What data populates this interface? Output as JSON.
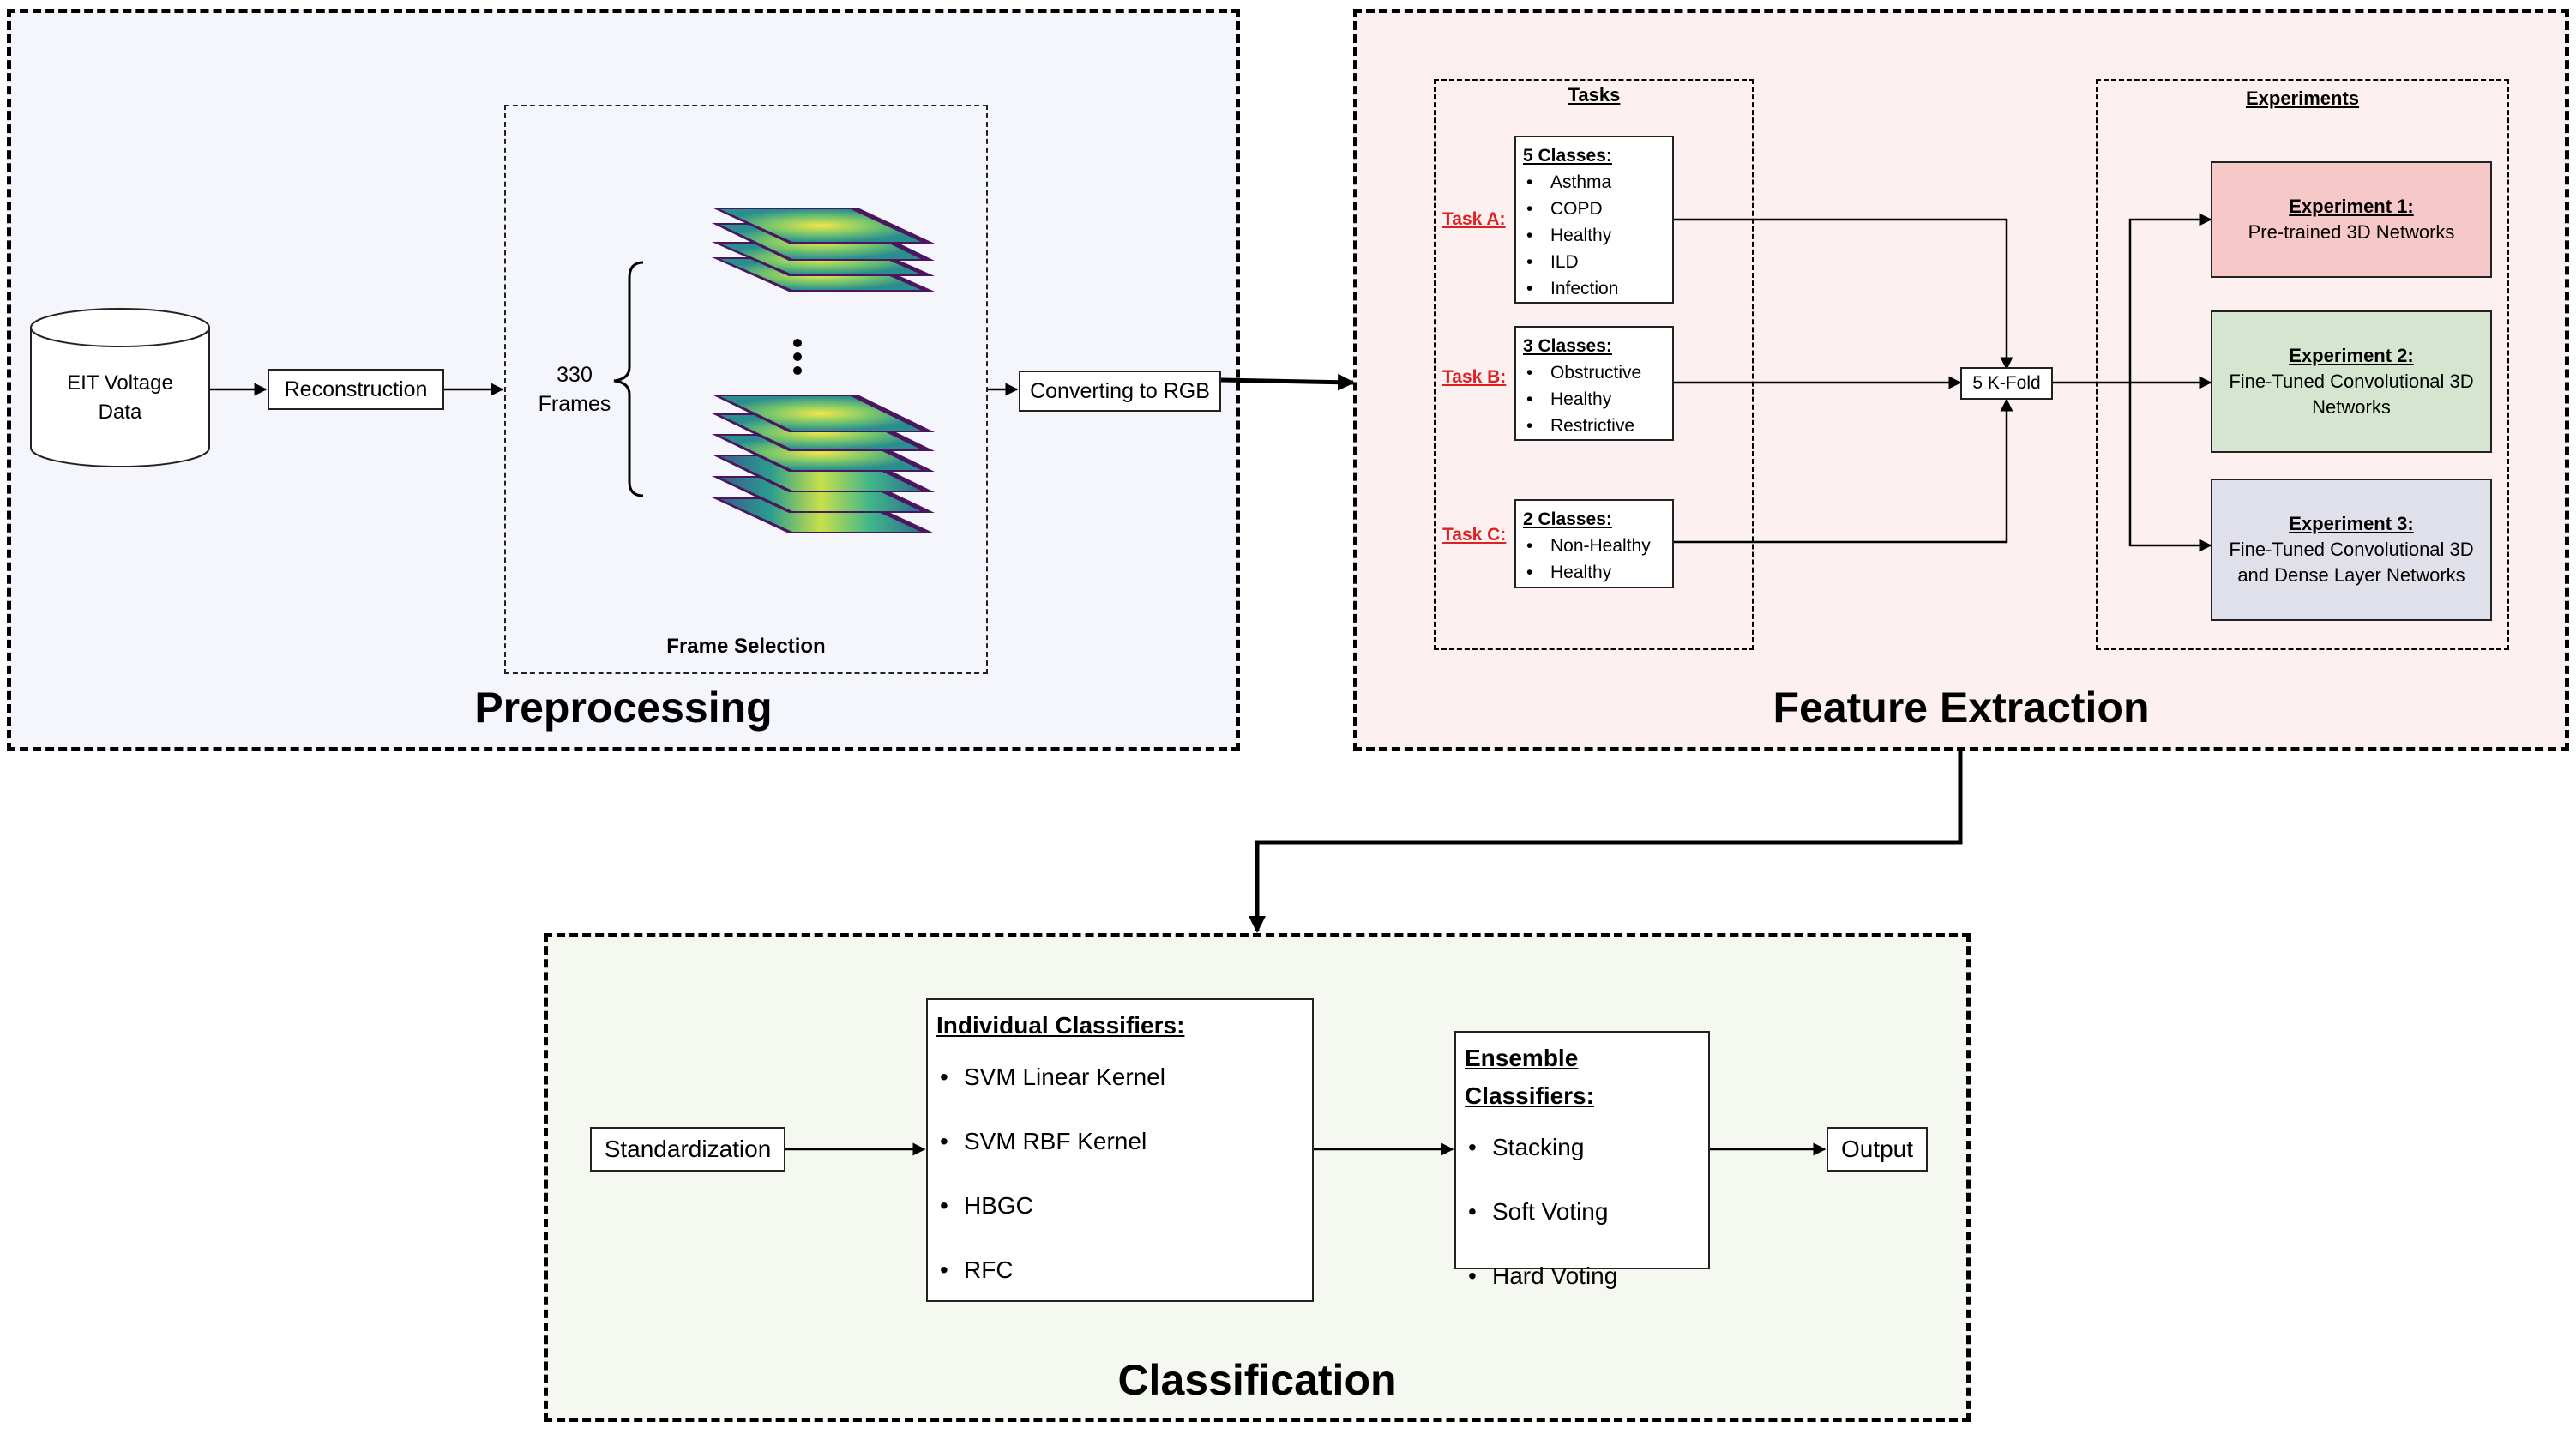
{
  "preprocessing": {
    "title": "Preprocessing",
    "eit_data": "EIT Voltage Data",
    "reconstruction": "Reconstruction",
    "frames_count": "330",
    "frames_label": "Frames",
    "frame_selection": "Frame Selection",
    "converting": "Converting to RGB"
  },
  "feature_extraction": {
    "title": "Feature Extraction",
    "tasks_header": "Tasks",
    "experiments_header": "Experiments",
    "task_a": {
      "label": "Task A:",
      "heading": "5 Classes:",
      "items": [
        "Asthma",
        "COPD",
        "Healthy",
        "ILD",
        "Infection"
      ]
    },
    "task_b": {
      "label": "Task B:",
      "heading": "3 Classes:",
      "items": [
        "Obstructive",
        "Healthy",
        "Restrictive"
      ]
    },
    "task_c": {
      "label": "Task C:",
      "heading": "2 Classes:",
      "items": [
        "Non-Healthy",
        "Healthy"
      ]
    },
    "kfold": "5 K-Fold",
    "experiment_1": {
      "title": "Experiment 1:",
      "desc": "Pre-trained 3D Networks"
    },
    "experiment_2": {
      "title": "Experiment 2:",
      "desc": "Fine-Tuned Convolutional 3D Networks"
    },
    "experiment_3": {
      "title": "Experiment 3:",
      "desc": "Fine-Tuned Convolutional 3D and Dense Layer Networks"
    }
  },
  "classification": {
    "title": "Classification",
    "standardization": "Standardization",
    "individual": {
      "heading": "Individual Classifiers:",
      "items": [
        "SVM Linear Kernel",
        "SVM RBF Kernel",
        "HBGC",
        "RFC"
      ]
    },
    "ensemble": {
      "heading": "Ensemble Classifiers:",
      "items": [
        "Stacking",
        "Soft Voting",
        "Hard Voting"
      ]
    },
    "output": "Output"
  },
  "colors": {
    "preprocessing_bg": "#f5f6fb",
    "feature_bg": "#fcf1f0",
    "classification_bg": "#f5f8f1",
    "experiment_1_bg": "#f6c8c7",
    "experiment_2_bg": "#d6e5d0",
    "experiment_3_bg": "#e0e0ea",
    "task_label": "#e02020"
  }
}
